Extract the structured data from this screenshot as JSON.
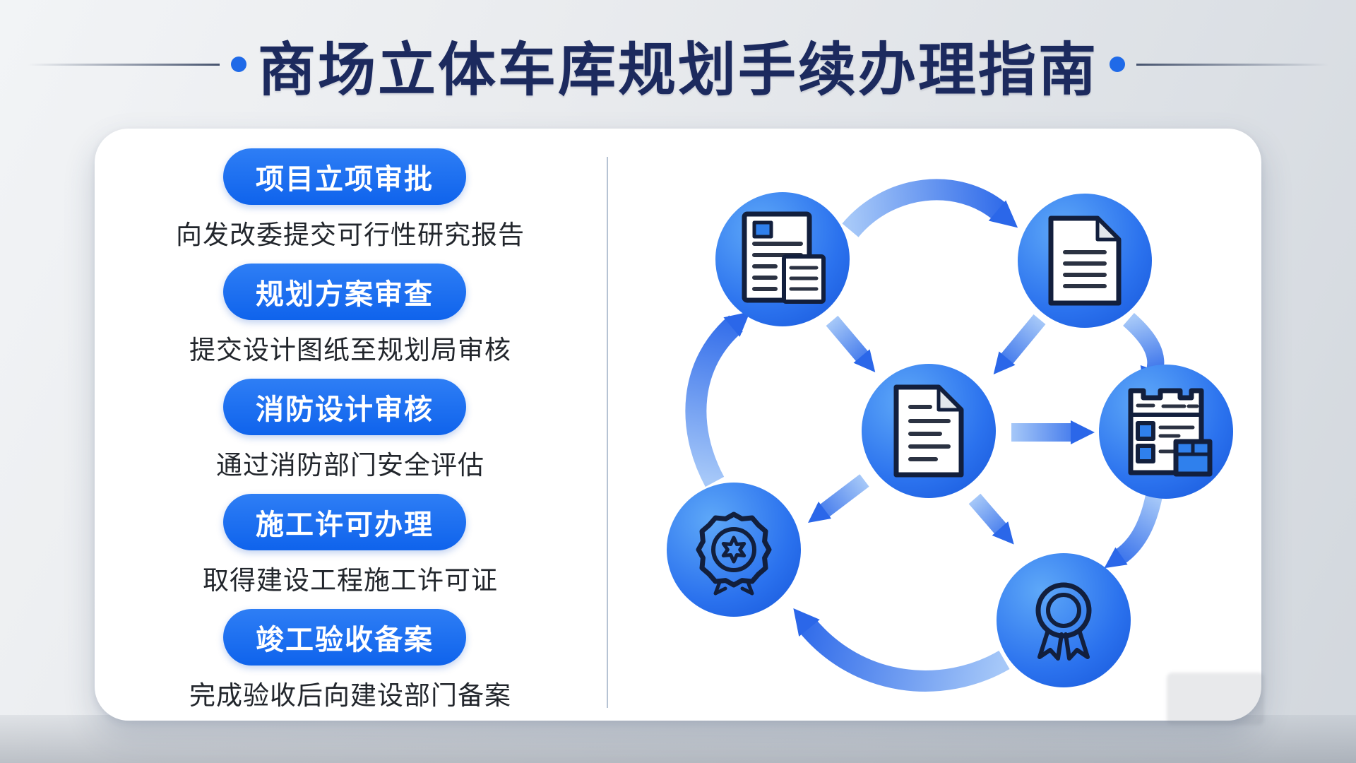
{
  "title": {
    "text": "商场立体车库规划手续办理指南"
  },
  "steps": [
    {
      "label": "项目立项审批",
      "description": "向发改委提交可行性研究报告"
    },
    {
      "label": "规划方案审查",
      "description": "提交设计图纸至规划局审核"
    },
    {
      "label": "消防设计审核",
      "description": "通过消防部门安全评估"
    },
    {
      "label": "施工许可办理",
      "description": "取得建设工程施工许可证"
    },
    {
      "label": "竣工验收备案",
      "description": "完成验收后向建设部门备案"
    }
  ],
  "diagram": {
    "type": "circular-flow",
    "nodes": [
      {
        "icon": "report-documents-icon"
      },
      {
        "icon": "document-icon"
      },
      {
        "icon": "document-lines-icon"
      },
      {
        "icon": "checklist-form-icon"
      },
      {
        "icon": "seal-badge-icon"
      },
      {
        "icon": "award-ribbon-icon"
      }
    ]
  },
  "colors": {
    "title_navy": "#1c2a5e",
    "pill_blue": "#1268ee",
    "node_blue_light": "#59a4f8",
    "node_blue_dark": "#1d60e2",
    "arrow_light": "#a6c8f8",
    "arrow_dark": "#2b67e9",
    "accent_dot": "#1f6ae8",
    "divider": "#b6c3d3"
  }
}
